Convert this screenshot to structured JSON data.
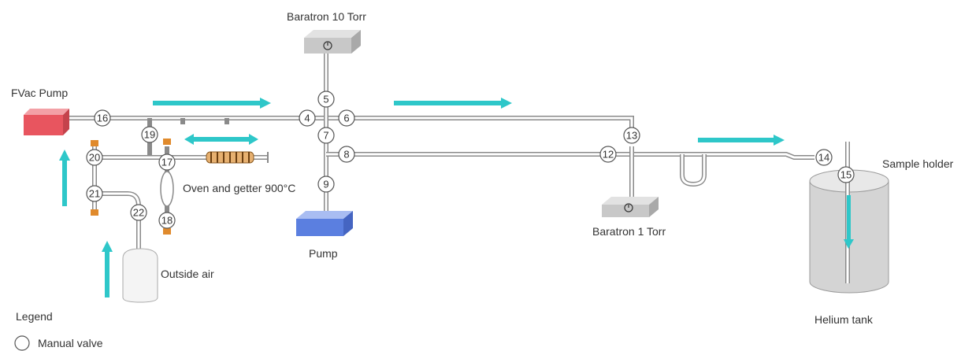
{
  "labels": {
    "fvac_pump": "FVac Pump",
    "baratron_10": "Baratron 10 Torr",
    "baratron_1": "Baratron 1 Torr",
    "pump": "Pump",
    "oven": "Oven and getter 900°C",
    "outside_air": "Outside air",
    "sample_holder": "Sample holder",
    "helium_tank": "Helium tank",
    "legend_title": "Legend",
    "legend_manual_valve": "Manual valve"
  },
  "valves": [
    {
      "id": "5",
      "label": "5"
    },
    {
      "id": "4",
      "label": "4"
    },
    {
      "id": "6",
      "label": "6"
    },
    {
      "id": "7",
      "label": "7"
    },
    {
      "id": "8",
      "label": "8"
    },
    {
      "id": "9",
      "label": "9"
    },
    {
      "id": "16",
      "label": "16"
    },
    {
      "id": "19",
      "label": "19"
    },
    {
      "id": "20",
      "label": "20"
    },
    {
      "id": "17",
      "label": "17"
    },
    {
      "id": "21",
      "label": "21"
    },
    {
      "id": "22",
      "label": "22"
    },
    {
      "id": "18",
      "label": "18"
    },
    {
      "id": "13",
      "label": "13"
    },
    {
      "id": "12",
      "label": "12"
    },
    {
      "id": "14",
      "label": "14"
    },
    {
      "id": "15",
      "label": "15"
    }
  ],
  "colors": {
    "flow_arrow": "#2ec7c9",
    "fvac_pump": "#e8555f",
    "pump": "#5b7fe0",
    "baratron": "#c8c8c8",
    "oven_coil": "#c98a3c",
    "valve_fitting": "#e08a2c"
  },
  "icons": {
    "gauge": "gauge-dial-icon"
  }
}
